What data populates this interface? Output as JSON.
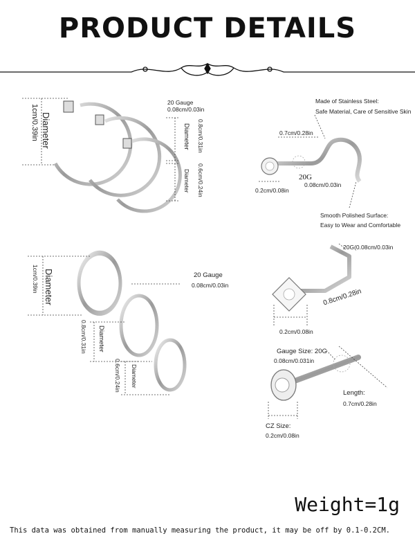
{
  "title": "PRODUCT DETAILS",
  "hoops_top": {
    "diameter_label": "Diameter",
    "diameter_value": "1cm/0.39in",
    "gauge_label": "20 Gauge",
    "gauge_value": "0.08cm/0.03in",
    "mid_label": "Diameter",
    "mid_value": "0.8cm/0.31in",
    "small_label": "Diameter",
    "small_value": "0.6cm/0.24in"
  },
  "screw": {
    "material_line1": "Made of Stainless Steel:",
    "material_line2": "Safe Material, Care of Sensitive Skin",
    "length": "0.7cm/0.28in",
    "gauge": "20G",
    "gauge_value": "0.08cm/0.03in",
    "gem": "0.2cm/0.08in",
    "surface_line1": "Smooth Polished Surface:",
    "surface_line2": "Easy to Wear and Comfortable"
  },
  "hoops_bottom": {
    "diameter_label": "Diameter",
    "diameter_value": "1cm/0.39in",
    "gauge_label": "20 Gauge",
    "gauge_value": "0.08cm/0.03in",
    "mid_label": "Diameter",
    "mid_value": "0.8cm/0.31in",
    "small_label": "Diameter",
    "small_value": "0.6cm/0.24in"
  },
  "lbend": {
    "gauge": "20G(0.08cm/0.03in",
    "length": "0.8cm/0.28in",
    "gem": "0.2cm/0.08in"
  },
  "stud": {
    "gauge_label": "Gauge Size: 20G",
    "gauge_value": "0.08cm/0.031in",
    "length_label": "Length:",
    "length_value": "0.7cm/0.28in",
    "cz_label": "CZ Size:",
    "cz_value": "0.2cm/0.08in"
  },
  "weight": "Weight=1g",
  "footer": "This data was obtained from manually measuring the product, it may be off by 0.1-0.2CM."
}
